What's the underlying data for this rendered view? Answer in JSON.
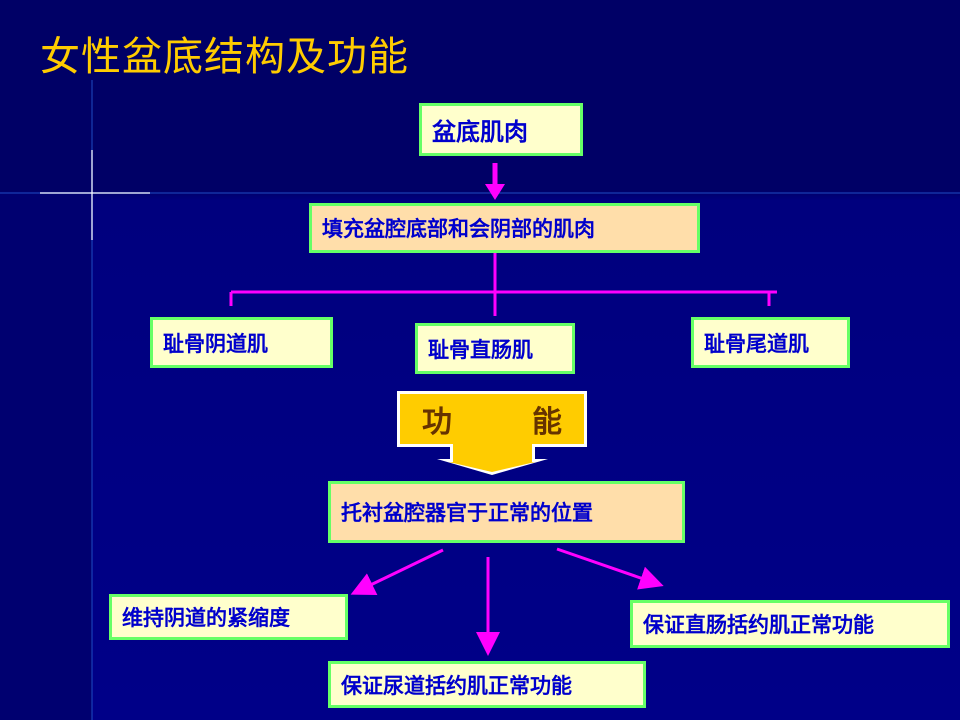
{
  "title": "女性盆底结构及功能",
  "root": "盆底肌肉",
  "definition": "填充盆腔底部和会阴部的肌肉",
  "muscles": [
    "耻骨阴道肌",
    "耻骨直肠肌",
    "耻骨尾道肌"
  ],
  "function_label": [
    "功",
    "能"
  ],
  "main_function": "托衬盆腔器官于正常的位置",
  "functions": [
    "维持阴道的紧缩度",
    "保证尿道括约肌正常功能",
    "保证直肠括约肌正常功能"
  ],
  "colors": {
    "title": "#ffcc00",
    "text": "#0000cc",
    "border": "#66ff66",
    "connector": "#ff00ff",
    "function_block": "#ffcc00"
  }
}
